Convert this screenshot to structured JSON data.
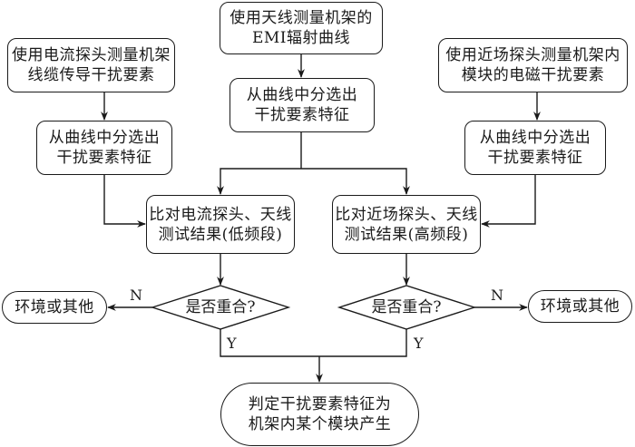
{
  "diagram": {
    "type": "flowchart",
    "nodes": {
      "antenna_measure": {
        "lines": [
          "使用天线测量机架的",
          "EMI辐射曲线"
        ]
      },
      "current_probe_measure": {
        "lines": [
          "使用电流探头测量机架",
          "线缆传导干扰要素"
        ]
      },
      "nearfield_probe_measure": {
        "lines": [
          "使用近场探头测量机架内",
          "模块的电磁干扰要素"
        ]
      },
      "center_select": {
        "lines": [
          "从曲线中分选出",
          "干扰要素特征"
        ]
      },
      "left_select": {
        "lines": [
          "从曲线中分选出",
          "干扰要素特征"
        ]
      },
      "right_select": {
        "lines": [
          "从曲线中分选出",
          "干扰要素特征"
        ]
      },
      "compare_low": {
        "lines": [
          "比对电流探头、天线",
          "测试结果(低频段)"
        ]
      },
      "compare_high": {
        "lines": [
          "比对近场探头、天线",
          "测试结果(高频段)"
        ]
      },
      "decision_low": {
        "label": "是否重合?"
      },
      "decision_high": {
        "label": "是否重合?"
      },
      "env_left": {
        "label": "环境或其他"
      },
      "env_right": {
        "label": "环境或其他"
      },
      "conclusion": {
        "lines": [
          "判定干扰要素特征为",
          "机架内某个模块产生"
        ]
      }
    },
    "edge_labels": {
      "no_left": "N",
      "no_right": "N",
      "yes_left": "Y",
      "yes_right": "Y"
    },
    "edges": [
      {
        "from": "antenna_measure",
        "to": "center_select"
      },
      {
        "from": "current_probe_measure",
        "to": "left_select"
      },
      {
        "from": "nearfield_probe_measure",
        "to": "right_select"
      },
      {
        "from": "center_select",
        "to": "compare_low"
      },
      {
        "from": "center_select",
        "to": "compare_high"
      },
      {
        "from": "left_select",
        "to": "compare_low"
      },
      {
        "from": "right_select",
        "to": "compare_high"
      },
      {
        "from": "compare_low",
        "to": "decision_low"
      },
      {
        "from": "compare_high",
        "to": "decision_high"
      },
      {
        "from": "decision_low",
        "to": "env_left",
        "label": "N"
      },
      {
        "from": "decision_high",
        "to": "env_right",
        "label": "N"
      },
      {
        "from": "decision_low",
        "to": "conclusion",
        "label": "Y"
      },
      {
        "from": "decision_high",
        "to": "conclusion",
        "label": "Y"
      }
    ],
    "colors": {
      "stroke": "#1a1a1a",
      "background": "#ffffff"
    }
  }
}
